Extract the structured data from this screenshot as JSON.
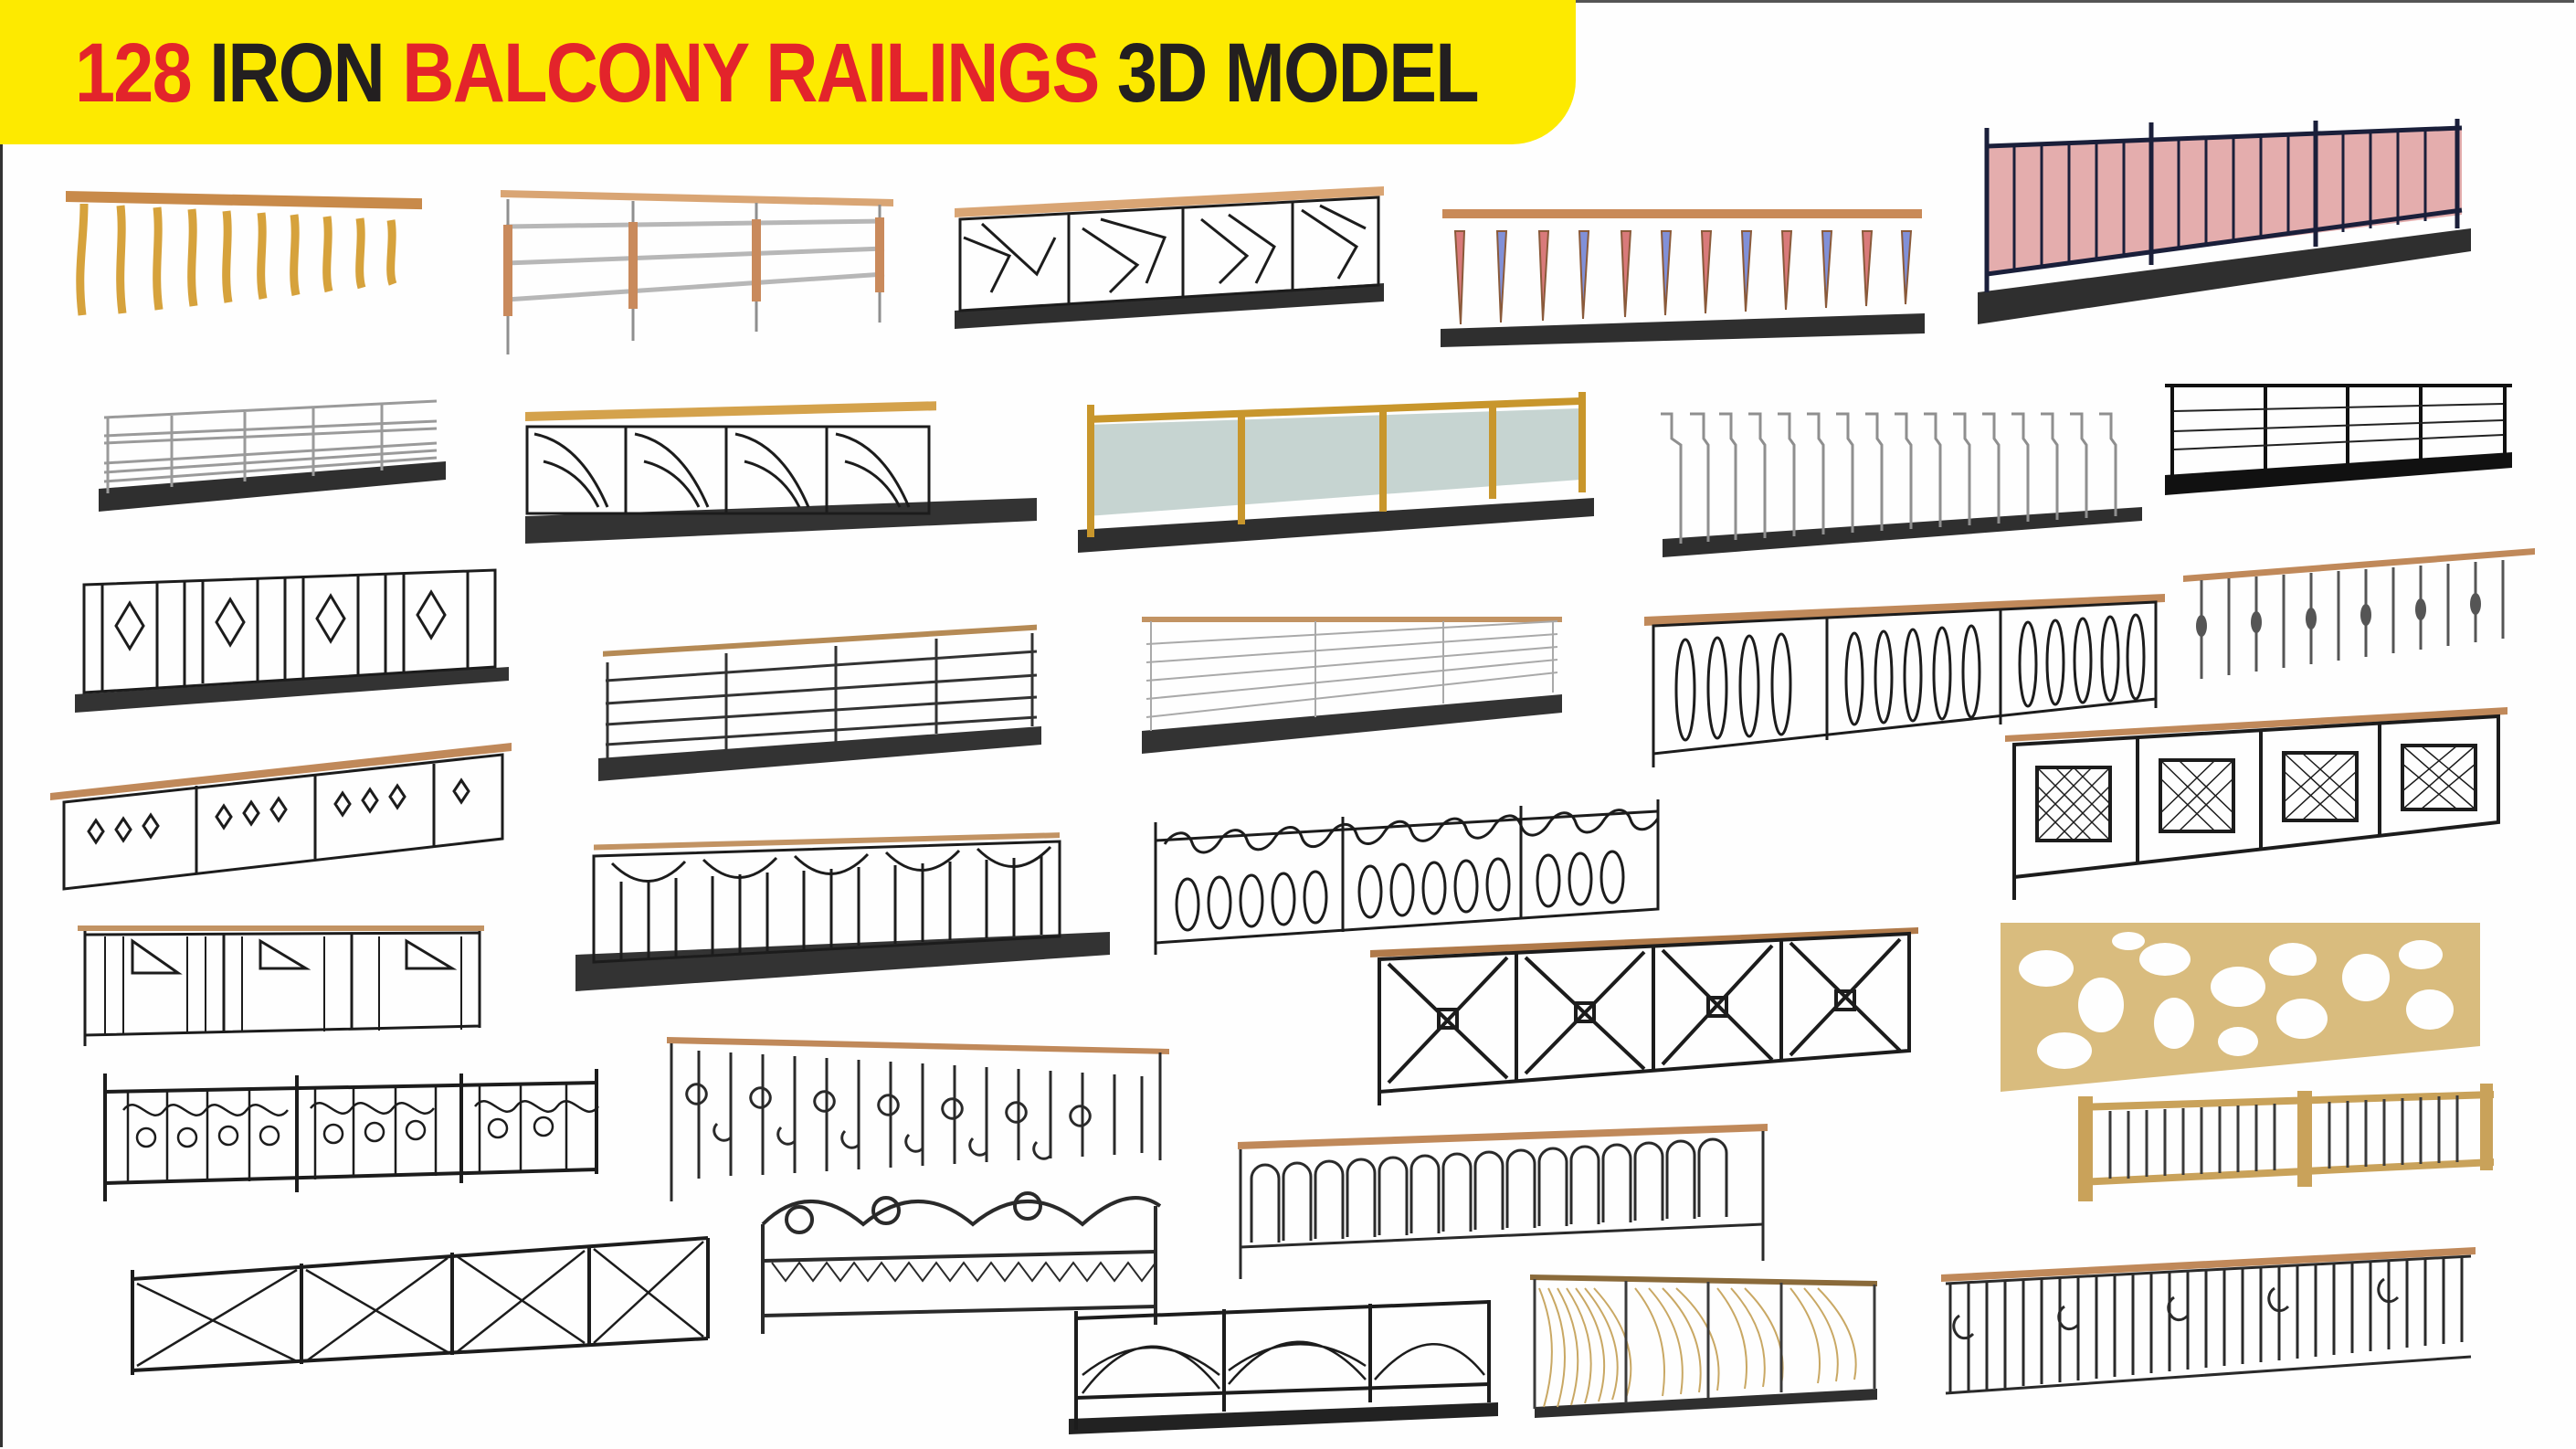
{
  "banner": {
    "title_parts": [
      {
        "text": "128 ",
        "color": "#e3242b"
      },
      {
        "text": "IRON ",
        "color": "#231f20"
      },
      {
        "text": "BALCONY RAILINGS ",
        "color": "#e3242b"
      },
      {
        "text": "3D MODEL",
        "color": "#231f20"
      }
    ],
    "background": "#fdea00"
  },
  "colors": {
    "iron": "#1c1c1c",
    "base": "#3a3a3a",
    "wood": "#c89058",
    "gold": "#d4a03c",
    "steel": "#9a9a9a",
    "glass": "#c9d6d3",
    "pink": "#d98080",
    "blue": "#7f8fd6"
  },
  "railings": [
    {
      "id": 1,
      "style": "wavy-gold-balusters"
    },
    {
      "id": 2,
      "style": "wood-post-steel-tubes"
    },
    {
      "id": 3,
      "style": "geometric-shard-panels"
    },
    {
      "id": 4,
      "style": "pink-blue-flared-balusters"
    },
    {
      "id": 5,
      "style": "navy-gothic-arched-panels"
    },
    {
      "id": 6,
      "style": "steel-multi-bar"
    },
    {
      "id": 7,
      "style": "arc-fan-panels"
    },
    {
      "id": 8,
      "style": "gold-frame-glass"
    },
    {
      "id": 9,
      "style": "steel-hook-balusters"
    },
    {
      "id": 10,
      "style": "black-horizontal-bar"
    },
    {
      "id": 11,
      "style": "ornament-panels"
    },
    {
      "id": 12,
      "style": "plain-horizontal-bars"
    },
    {
      "id": 13,
      "style": "cable-wood-top"
    },
    {
      "id": 14,
      "style": "oval-loop-panels"
    },
    {
      "id": 15,
      "style": "twisted-spindles"
    },
    {
      "id": 16,
      "style": "diamond-baluster-panels"
    },
    {
      "id": 17,
      "style": "fan-arch-panels"
    },
    {
      "id": 18,
      "style": "scroll-top-oval"
    },
    {
      "id": 19,
      "style": "lattice-diamond-panels"
    },
    {
      "id": 20,
      "style": "bowtie-panels"
    },
    {
      "id": 21,
      "style": "x-square-panels"
    },
    {
      "id": 22,
      "style": "organic-gold-cutout"
    },
    {
      "id": 23,
      "style": "scroll-fence-finials"
    },
    {
      "id": 24,
      "style": "scroll-balusters-wood-top"
    },
    {
      "id": 25,
      "style": "gold-turned-spindles"
    },
    {
      "id": 26,
      "style": "circle-arch-frame"
    },
    {
      "id": 27,
      "style": "arched-loop-balusters"
    },
    {
      "id": 28,
      "style": "zigzag-x-fence"
    },
    {
      "id": 29,
      "style": "arc-sweep-panels"
    },
    {
      "id": 30,
      "style": "curved-gold-wire-panel"
    },
    {
      "id": 31,
      "style": "scroll-vertical-bars"
    }
  ]
}
